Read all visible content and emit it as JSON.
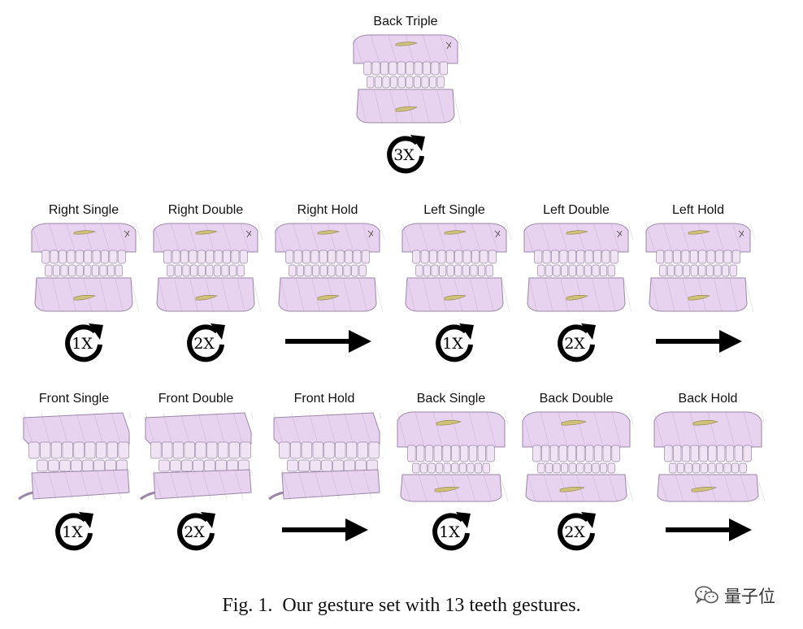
{
  "figure": {
    "gestures": [
      {
        "label": "Back Triple",
        "view": "back",
        "symbol": "repeat",
        "count": "3X"
      },
      {
        "label": "Right Single",
        "view": "back",
        "symbol": "repeat",
        "count": "1X"
      },
      {
        "label": "Right Double",
        "view": "back",
        "symbol": "repeat",
        "count": "2X"
      },
      {
        "label": "Right Hold",
        "view": "back",
        "symbol": "hold",
        "count": ""
      },
      {
        "label": "Left Single",
        "view": "back",
        "symbol": "repeat",
        "count": "1X"
      },
      {
        "label": "Left Double",
        "view": "back",
        "symbol": "repeat",
        "count": "2X"
      },
      {
        "label": "Left Hold",
        "view": "back",
        "symbol": "hold",
        "count": ""
      },
      {
        "label": "Front Single",
        "view": "side",
        "symbol": "repeat",
        "count": "1X"
      },
      {
        "label": "Front Double",
        "view": "side",
        "symbol": "repeat",
        "count": "2X"
      },
      {
        "label": "Front Hold",
        "view": "side",
        "symbol": "hold",
        "count": ""
      },
      {
        "label": "Back Single",
        "view": "front",
        "symbol": "repeat",
        "count": "1X"
      },
      {
        "label": "Back Double",
        "view": "front",
        "symbol": "repeat",
        "count": "2X"
      },
      {
        "label": "Back Hold",
        "view": "front",
        "symbol": "hold",
        "count": ""
      }
    ],
    "caption": {
      "number": "Fig. 1.",
      "text": "Our gesture set with 13 teeth gestures."
    },
    "watermark": {
      "text": "量子位",
      "icon": "wechat-icon"
    },
    "colors": {
      "teeth_fill": "#e7d3ef",
      "teeth_stroke": "#9c86a8",
      "highlight": "#cfc07a",
      "symbol": "#000000"
    }
  }
}
